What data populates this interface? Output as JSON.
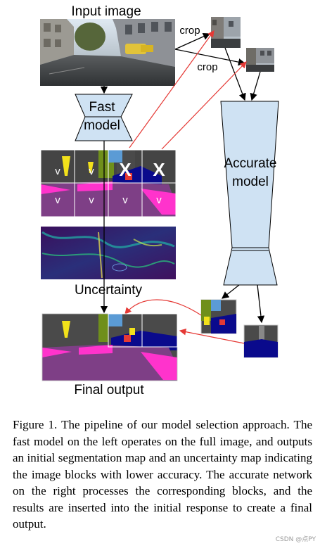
{
  "figure": {
    "labels": {
      "input_image": "Input image",
      "fast_model": "Fast\nmodel",
      "accurate_model": "Accurate\nmodel",
      "uncertainty": "Uncertainty",
      "final_output": "Final output",
      "crop_1": "crop",
      "crop_2": "crop"
    },
    "block_marks": {
      "check": "v",
      "cross": "X"
    },
    "colors": {
      "model_fill": "#cfe2f3",
      "arrow_black": "#000000",
      "arrow_red": "#e53935",
      "seg_magenta": "#ff33cc",
      "seg_purple": "#7e3f86",
      "seg_sky": "#5b9bd5",
      "seg_navy": "#0a0a8c",
      "seg_yellow": "#f2e11b",
      "seg_green": "#6f8f1b",
      "seg_gray": "#444444"
    }
  },
  "caption": {
    "text": "Figure 1. The pipeline of our model selection approach. The fast model on the left operates on the full image, and outputs an initial segmentation map and an uncertainty map indicating the image blocks with lower accuracy. The accurate network on the right processes the corresponding blocks, and the results are inserted into the initial response to create a final output."
  },
  "watermark": "CSDN @点PY"
}
